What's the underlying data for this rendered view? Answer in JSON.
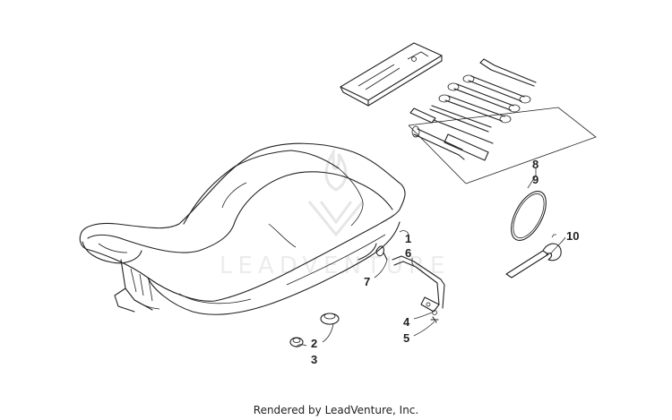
{
  "callouts": {
    "c1": "1",
    "c2": "2",
    "c3": "3",
    "c4": "4",
    "c5": "5",
    "c6": "6",
    "c7": "7",
    "c8": "8",
    "c9": "9",
    "c10": "10"
  },
  "watermark": "LEADVENTURE",
  "footer": "Rendered by LeadVenture, Inc."
}
